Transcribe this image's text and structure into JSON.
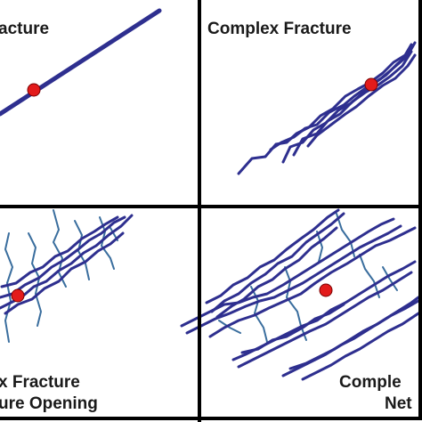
{
  "panels": {
    "top_left": {
      "label": "acture"
    },
    "top_right": {
      "label": "Complex Fracture"
    },
    "bottom_left": {
      "label_line1": "x Fracture",
      "label_line2": "ure Opening"
    },
    "bottom_right": {
      "label_line1": "Comple",
      "label_line2": "Net"
    }
  },
  "colors": {
    "fracture": "#2e2f8f",
    "fissure": "#3a6e9e",
    "injection_point": "#e31b1b",
    "divider": "#000000"
  }
}
